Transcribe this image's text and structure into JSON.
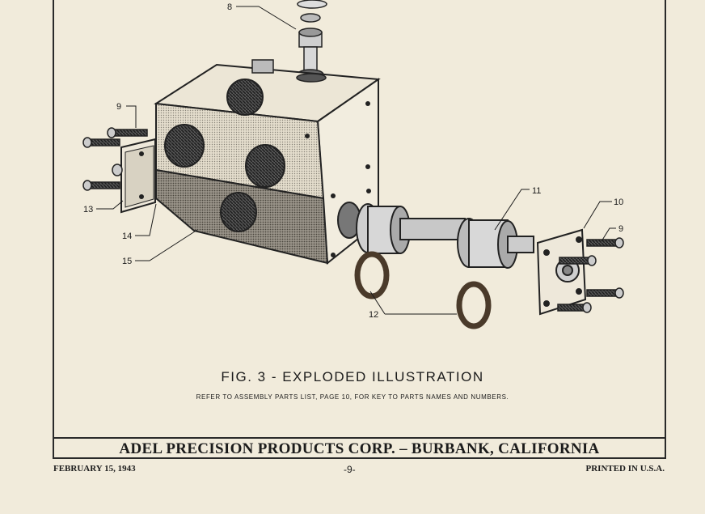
{
  "figure": {
    "caption": "FIG. 3 - EXPLODED ILLUSTRATION",
    "note": "REFER TO ASSEMBLY PARTS LIST, PAGE 10, FOR KEY TO PARTS NAMES AND NUMBERS.",
    "callouts": {
      "c8": "8",
      "c9_left": "9",
      "c13": "13",
      "c14": "14",
      "c15": "15",
      "c11": "11",
      "c10": "10",
      "c9_right": "9",
      "c12": "12"
    }
  },
  "footer": {
    "company": "ADEL PRECISION PRODUCTS CORP. – BURBANK, CALIFORNIA",
    "date": "FEBRUARY 15, 1943",
    "page": "-9-",
    "printed": "PRINTED IN U.S.A."
  }
}
